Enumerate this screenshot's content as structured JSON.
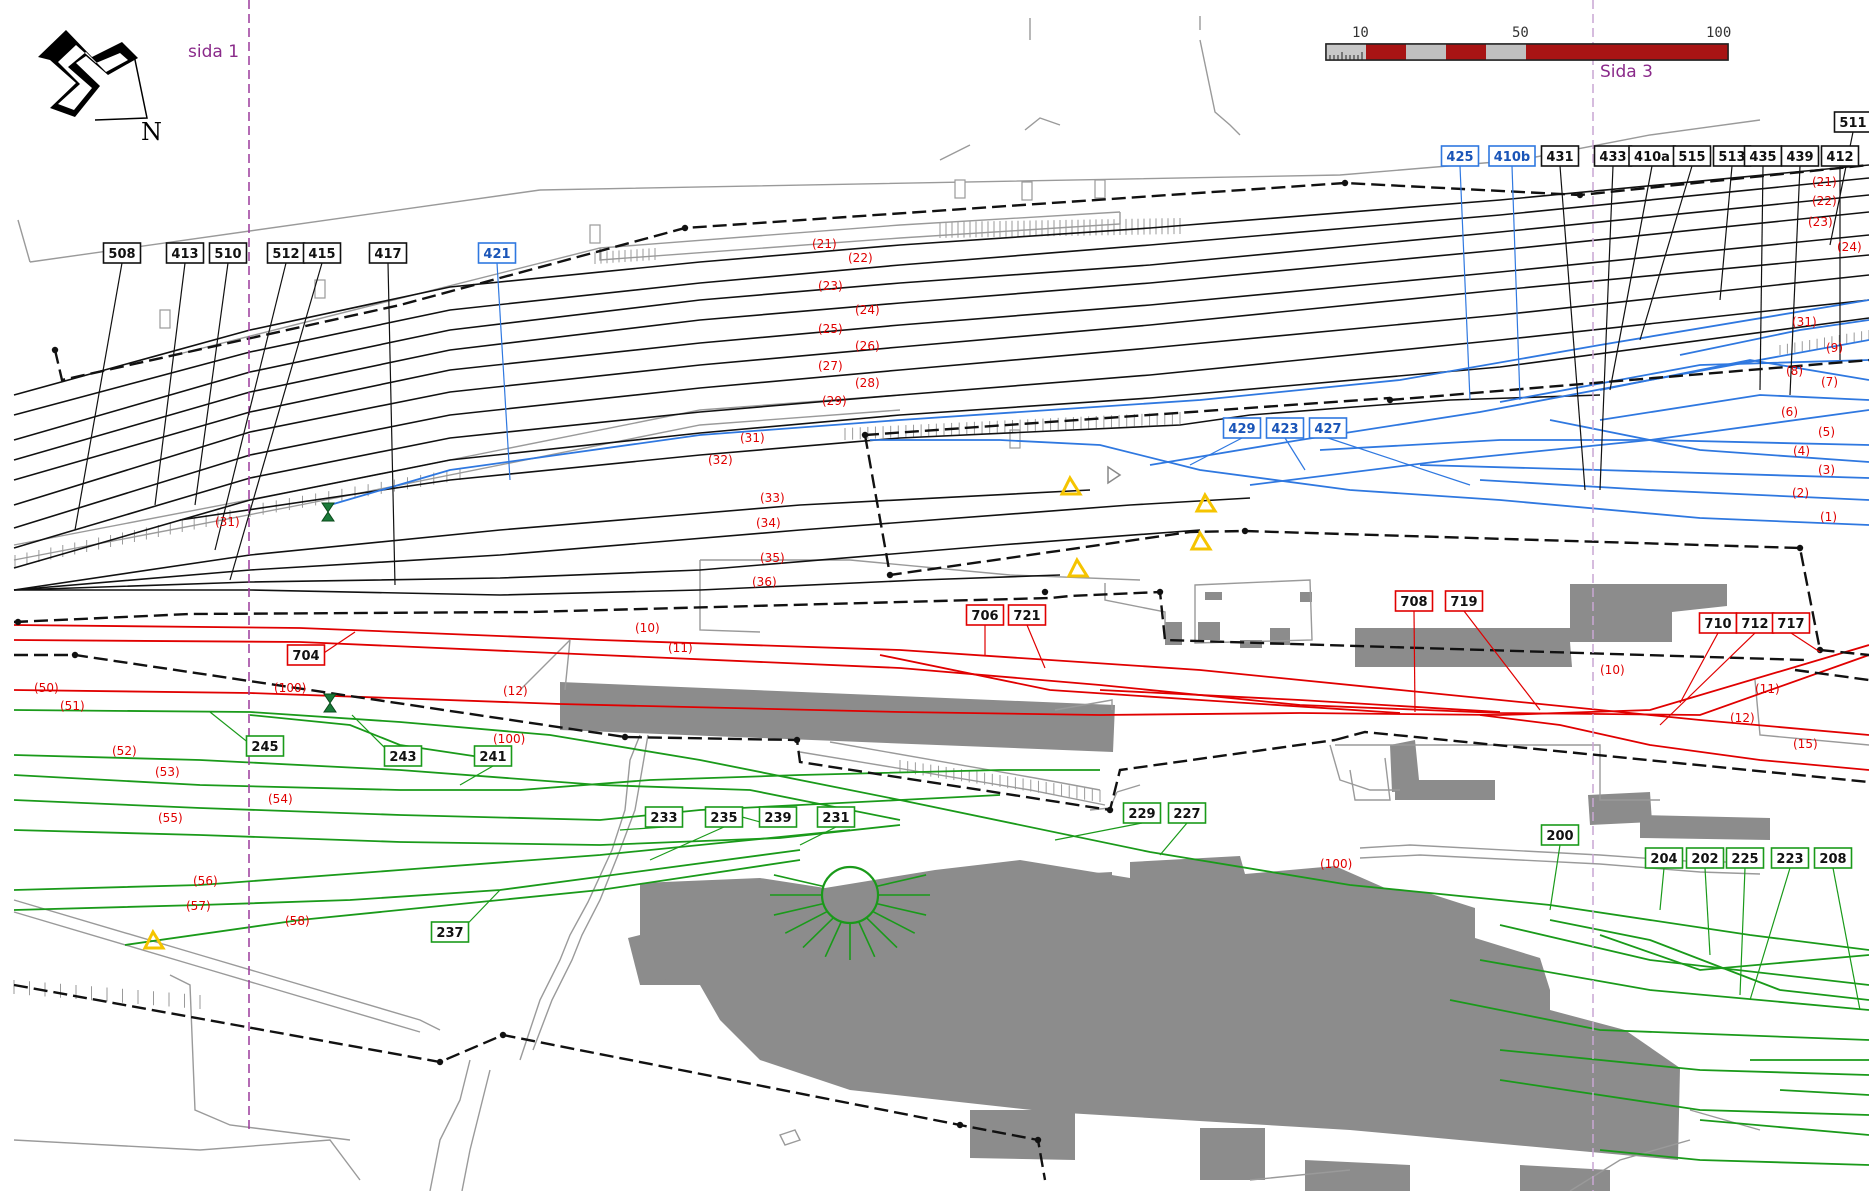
{
  "page_markers": {
    "left": "sida 1",
    "right": "Sida 3"
  },
  "north_label": "N",
  "scale": {
    "ticks": [
      "10",
      "50",
      "100"
    ]
  },
  "colors": {
    "black": "#111111",
    "blue": "#2f78e0",
    "red": "#e00000",
    "green": "#1a9a1a",
    "building": "#8c8c8c",
    "outline": "#9a9a9a",
    "page": "#9b3a9b",
    "marker": "#f5c400"
  },
  "labels": {
    "black": [
      "508",
      "413",
      "510",
      "512",
      "415",
      "417",
      "511",
      "431",
      "433",
      "410a",
      "515",
      "513",
      "435",
      "439",
      "412"
    ],
    "blue": [
      "421",
      "425",
      "410b",
      "429",
      "423",
      "427"
    ],
    "red": [
      "706",
      "721",
      "704",
      "708",
      "719",
      "710",
      "712",
      "717"
    ],
    "green": [
      "245",
      "243",
      "241",
      "233",
      "235",
      "239",
      "231",
      "237",
      "229",
      "227",
      "200",
      "204",
      "202",
      "225",
      "223",
      "208"
    ]
  },
  "track_numbers": [
    "(21)",
    "(22)",
    "(23)",
    "(24)",
    "(25)",
    "(26)",
    "(27)",
    "(28)",
    "(29)",
    "(31)",
    "(32)",
    "(33)",
    "(34)",
    "(35)",
    "(36)",
    "(31)",
    "(21)",
    "(22)",
    "(23)",
    "(24)",
    "(31)",
    "(9)",
    "(8)",
    "(7)",
    "(6)",
    "(5)",
    "(4)",
    "(3)",
    "(2)",
    "(1)",
    "(10)",
    "(11)",
    "(12)",
    "(100)",
    "(10)",
    "(11)",
    "(12)",
    "(15)",
    "(50)",
    "(51)",
    "(52)",
    "(53)",
    "(54)",
    "(55)",
    "(56)",
    "(57)",
    "(58)",
    "(100)",
    "(100)"
  ]
}
